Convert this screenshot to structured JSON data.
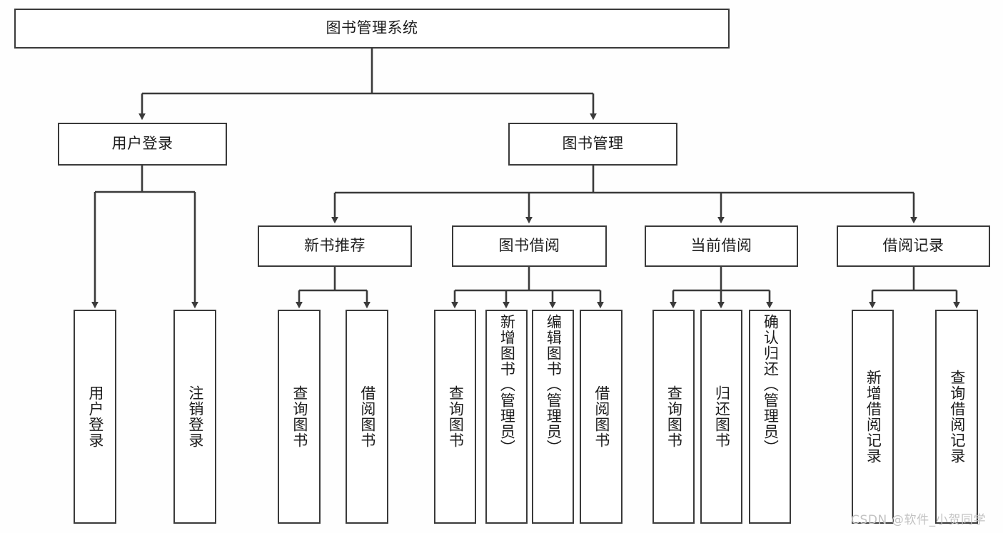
{
  "diagram": {
    "type": "tree-hierarchy-flowchart",
    "title": "图书管理系统",
    "orientation": "top-down",
    "colors": {
      "background": "#fefefe",
      "box_border": "#3a3a3a",
      "box_fill": "#ffffff",
      "connector": "#3a3a3a",
      "text": "#1c1c1c",
      "watermark": "#c2c2c2"
    },
    "root": {
      "id": "root",
      "label": "图书管理系统"
    },
    "level1": [
      {
        "id": "l1-user-login",
        "label": "用户登录"
      },
      {
        "id": "l1-book-manage",
        "label": "图书管理"
      }
    ],
    "level2": [
      {
        "id": "l2-new-book-recommend",
        "label": "新书推荐",
        "parent": "l1-book-manage"
      },
      {
        "id": "l2-book-borrow",
        "label": "图书借阅",
        "parent": "l1-book-manage"
      },
      {
        "id": "l2-current-borrow",
        "label": "当前借阅",
        "parent": "l1-book-manage"
      },
      {
        "id": "l2-borrow-record",
        "label": "借阅记录",
        "parent": "l1-book-manage"
      }
    ],
    "leaves": {
      "user_login": [
        {
          "id": "leaf-user-login",
          "label": "用户登录"
        },
        {
          "id": "leaf-user-logout",
          "label": "注销登录"
        }
      ],
      "new_book_recommend": [
        {
          "id": "leaf-query-book-1",
          "label": "查询图书"
        },
        {
          "id": "leaf-borrow-book-1",
          "label": "借阅图书"
        }
      ],
      "book_borrow": [
        {
          "id": "leaf-query-book-2",
          "label": "查询图书"
        },
        {
          "id": "leaf-add-book",
          "label": "新增图书（管理员）"
        },
        {
          "id": "leaf-edit-book",
          "label": "编辑图书（管理员）"
        },
        {
          "id": "leaf-borrow-book-2",
          "label": "借阅图书"
        }
      ],
      "current_borrow": [
        {
          "id": "leaf-query-book-3",
          "label": "查询图书"
        },
        {
          "id": "leaf-return-book",
          "label": "归还图书"
        },
        {
          "id": "leaf-confirm-return",
          "label": "确认归还（管理员）"
        }
      ],
      "borrow_record": [
        {
          "id": "leaf-add-borrow-record",
          "label": "新增借阅记录"
        },
        {
          "id": "leaf-query-borrow-record",
          "label": "查询借阅记录"
        }
      ]
    }
  },
  "watermark": {
    "text": "CSDN @软件_小贺同学"
  }
}
